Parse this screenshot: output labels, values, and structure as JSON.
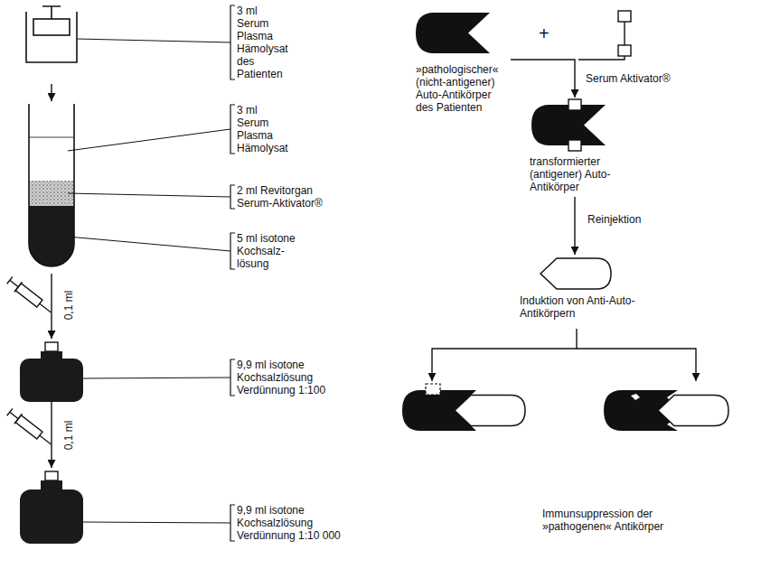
{
  "diagram": {
    "nodes": [
      {
        "text": [
          "3 ml Serum Plasma Hämolysat des Patienten"
        ]
      },
      {
        "text": [
          "3 ml Serum Plasma Hämolysat",
          "2 ml Revitorgan Serum-Aktivator®",
          "5 ml isotone Kochsalz- lösung"
        ]
      },
      {
        "text": [
          "9,9 ml isotone Kochsalzlösung Verdünnung 1:100"
        ]
      },
      {
        "text": [
          "9,9 ml isotone Kochsalzlösung Verdünnung 1:10 000"
        ]
      },
      {
        "text": [
          "»pathologischer« (nicht-antigener) Auto-Antikörper des Patienten"
        ]
      },
      {
        "text": [
          "transformierter (antigener) Auto-Antikörper"
        ]
      },
      {
        "text": [
          "Induktion von Anti-Auto-Antikörpern"
        ]
      }
    ],
    "edges": [
      {
        "from": 0,
        "to": 1,
        "arrow": "to"
      },
      {
        "from": 1,
        "to": 2,
        "label": "0,1 ml",
        "arrow": "to"
      },
      {
        "from": 2,
        "to": 3,
        "label": "0,1 ml",
        "arrow": "to"
      },
      {
        "from": 4,
        "to": 5,
        "label": "Serum Aktivator®",
        "arrow": "to"
      },
      {
        "from": 5,
        "to": 6,
        "label": "Reinjektion",
        "arrow": "to"
      }
    ],
    "labels": [
      "+",
      "Immunsuppression der »pathogenen« Antikörper"
    ]
  }
}
